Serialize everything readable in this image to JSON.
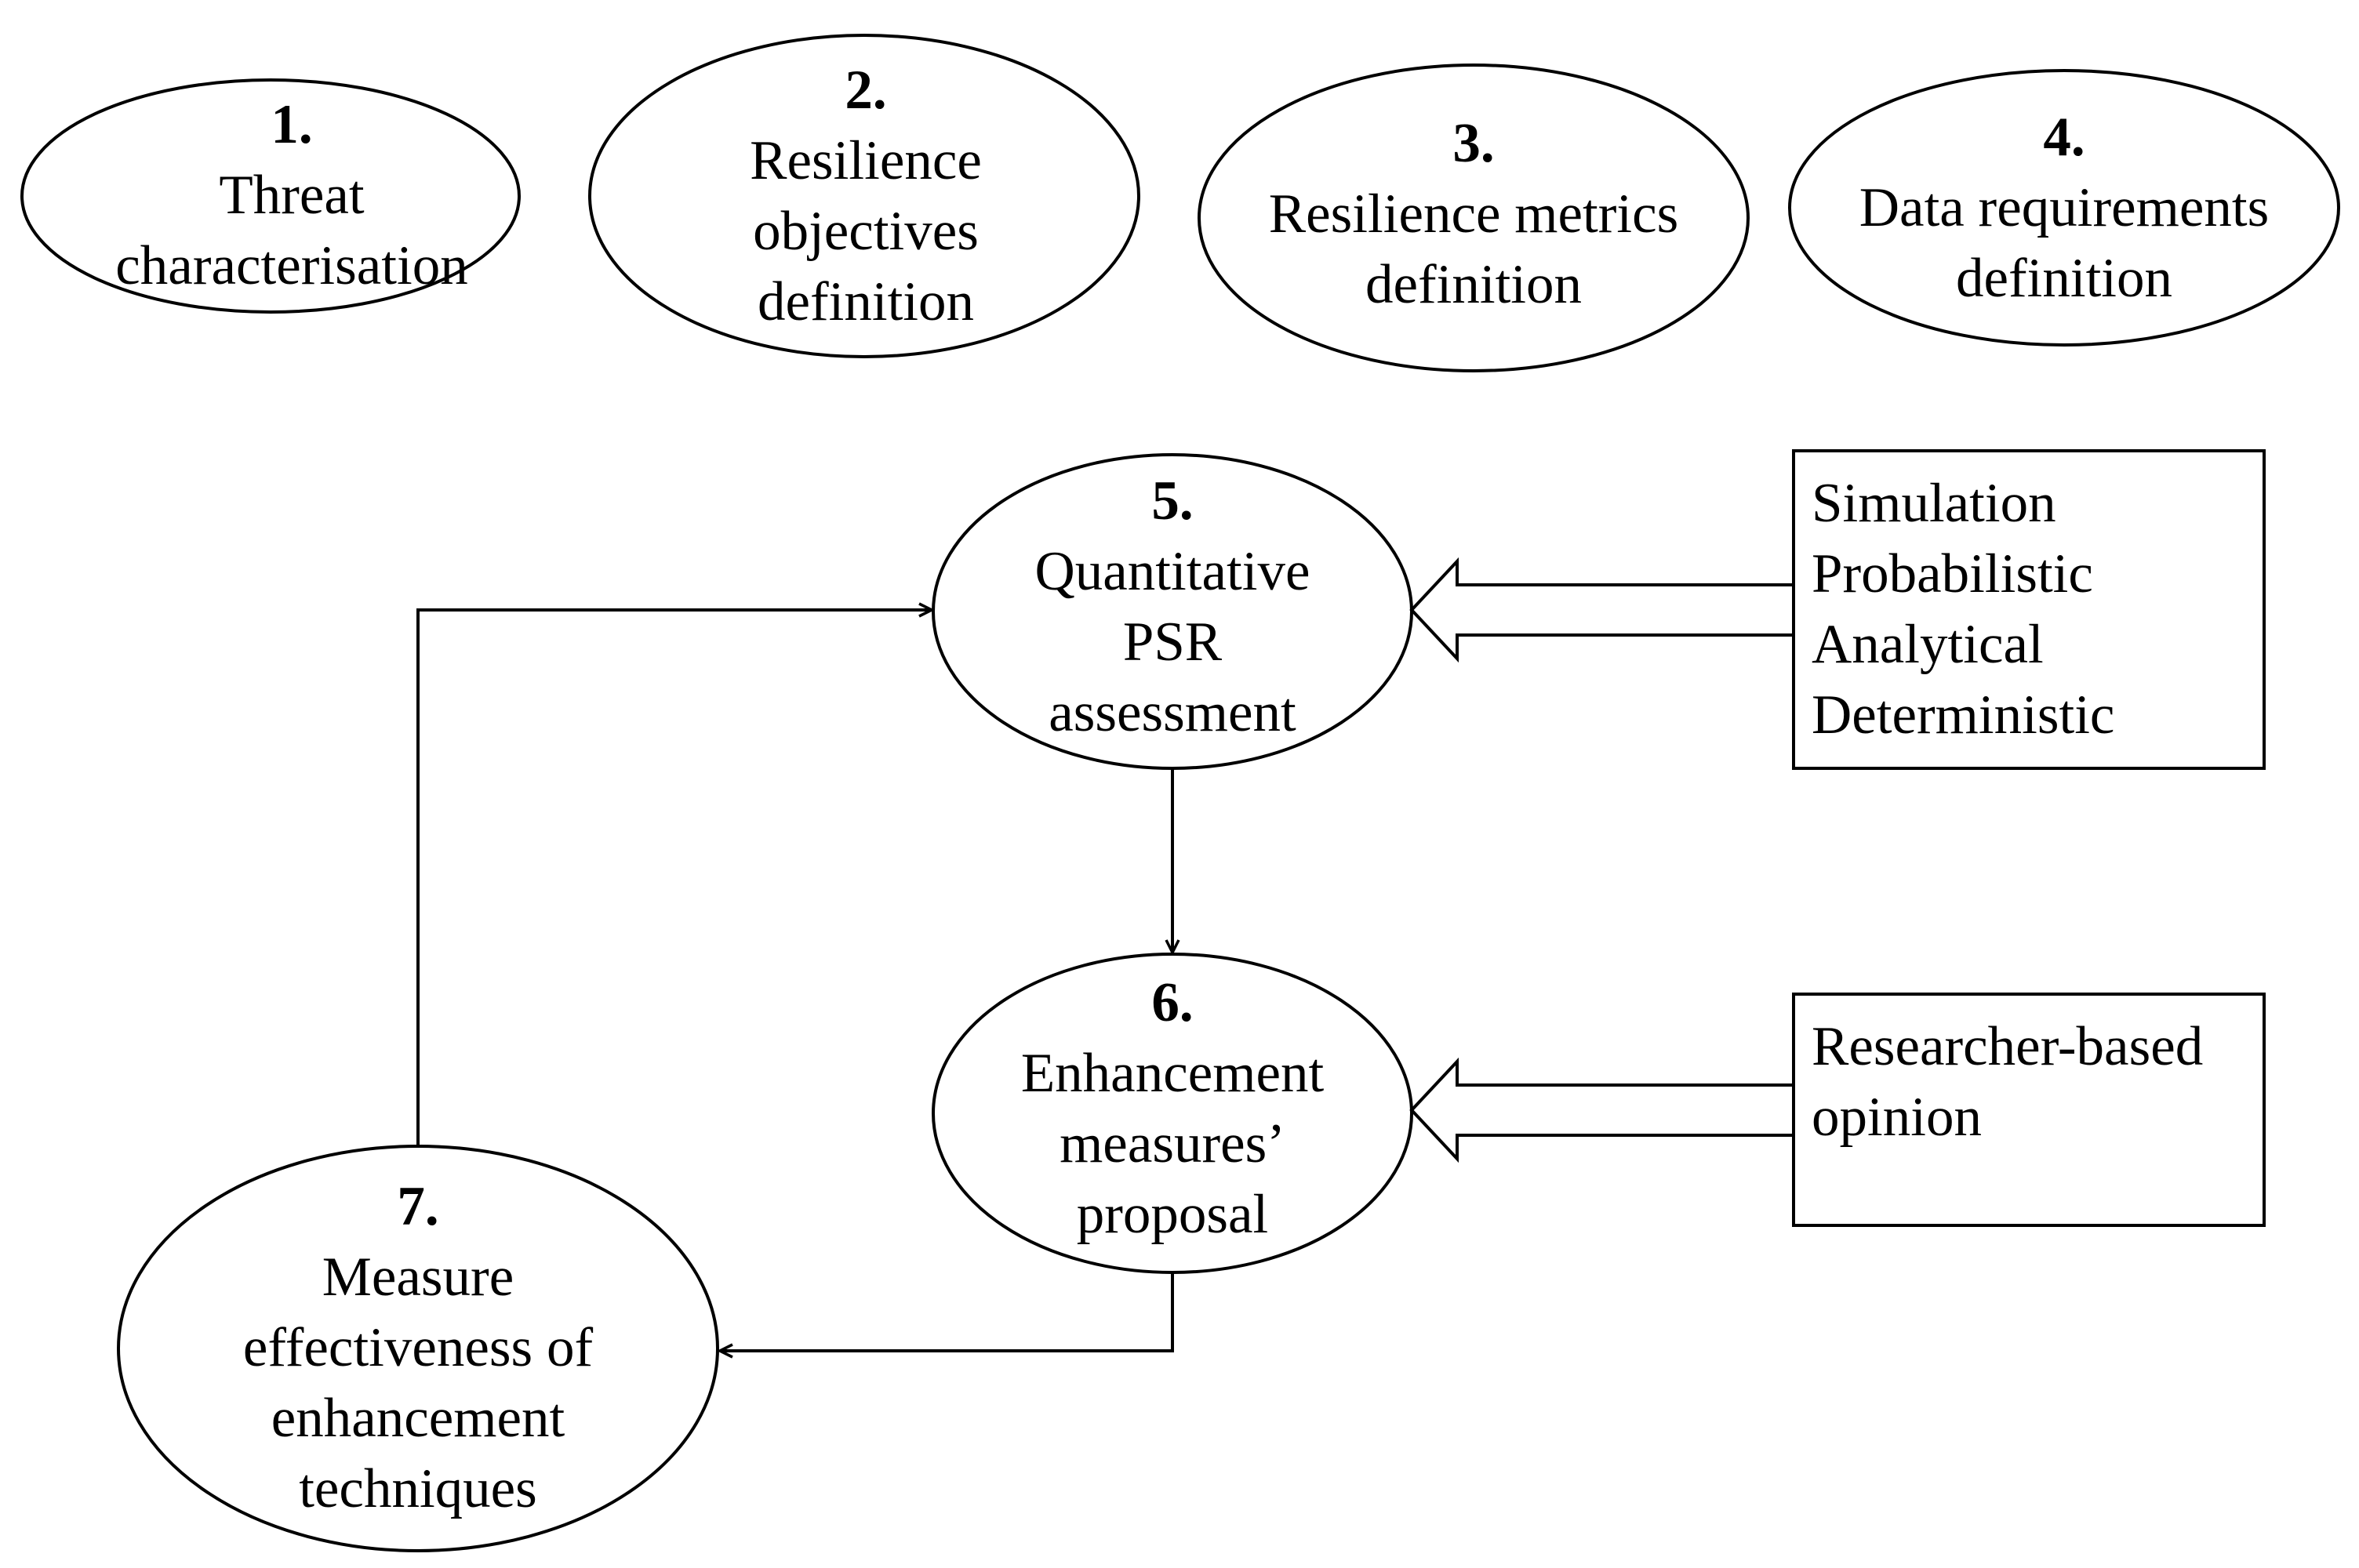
{
  "steps": [
    {
      "number": "1.",
      "lines": [
        "Threat",
        "characterisation"
      ]
    },
    {
      "number": "2.",
      "lines": [
        "Resilience",
        "objectives",
        "definition"
      ]
    },
    {
      "number": "3.",
      "lines": [
        "Resilience metrics",
        "definition"
      ]
    },
    {
      "number": "4.",
      "lines": [
        "Data requirements",
        "definition"
      ]
    },
    {
      "number": "5.",
      "lines": [
        "Quantitative",
        "PSR",
        "assessment"
      ]
    },
    {
      "number": "6.",
      "lines": [
        "Enhancement",
        "measures’",
        "proposal"
      ]
    },
    {
      "number": "7.",
      "lines": [
        "Measure",
        "effectiveness of",
        "enhancement",
        "techniques"
      ]
    }
  ],
  "method_boxes": [
    {
      "lines": [
        "Simulation",
        "Probabilistic",
        "Analytical",
        "Deterministic"
      ]
    },
    {
      "lines": [
        "Researcher-based",
        "opinion"
      ]
    }
  ],
  "colors": {
    "stroke": "#000000",
    "fill": "#ffffff"
  }
}
